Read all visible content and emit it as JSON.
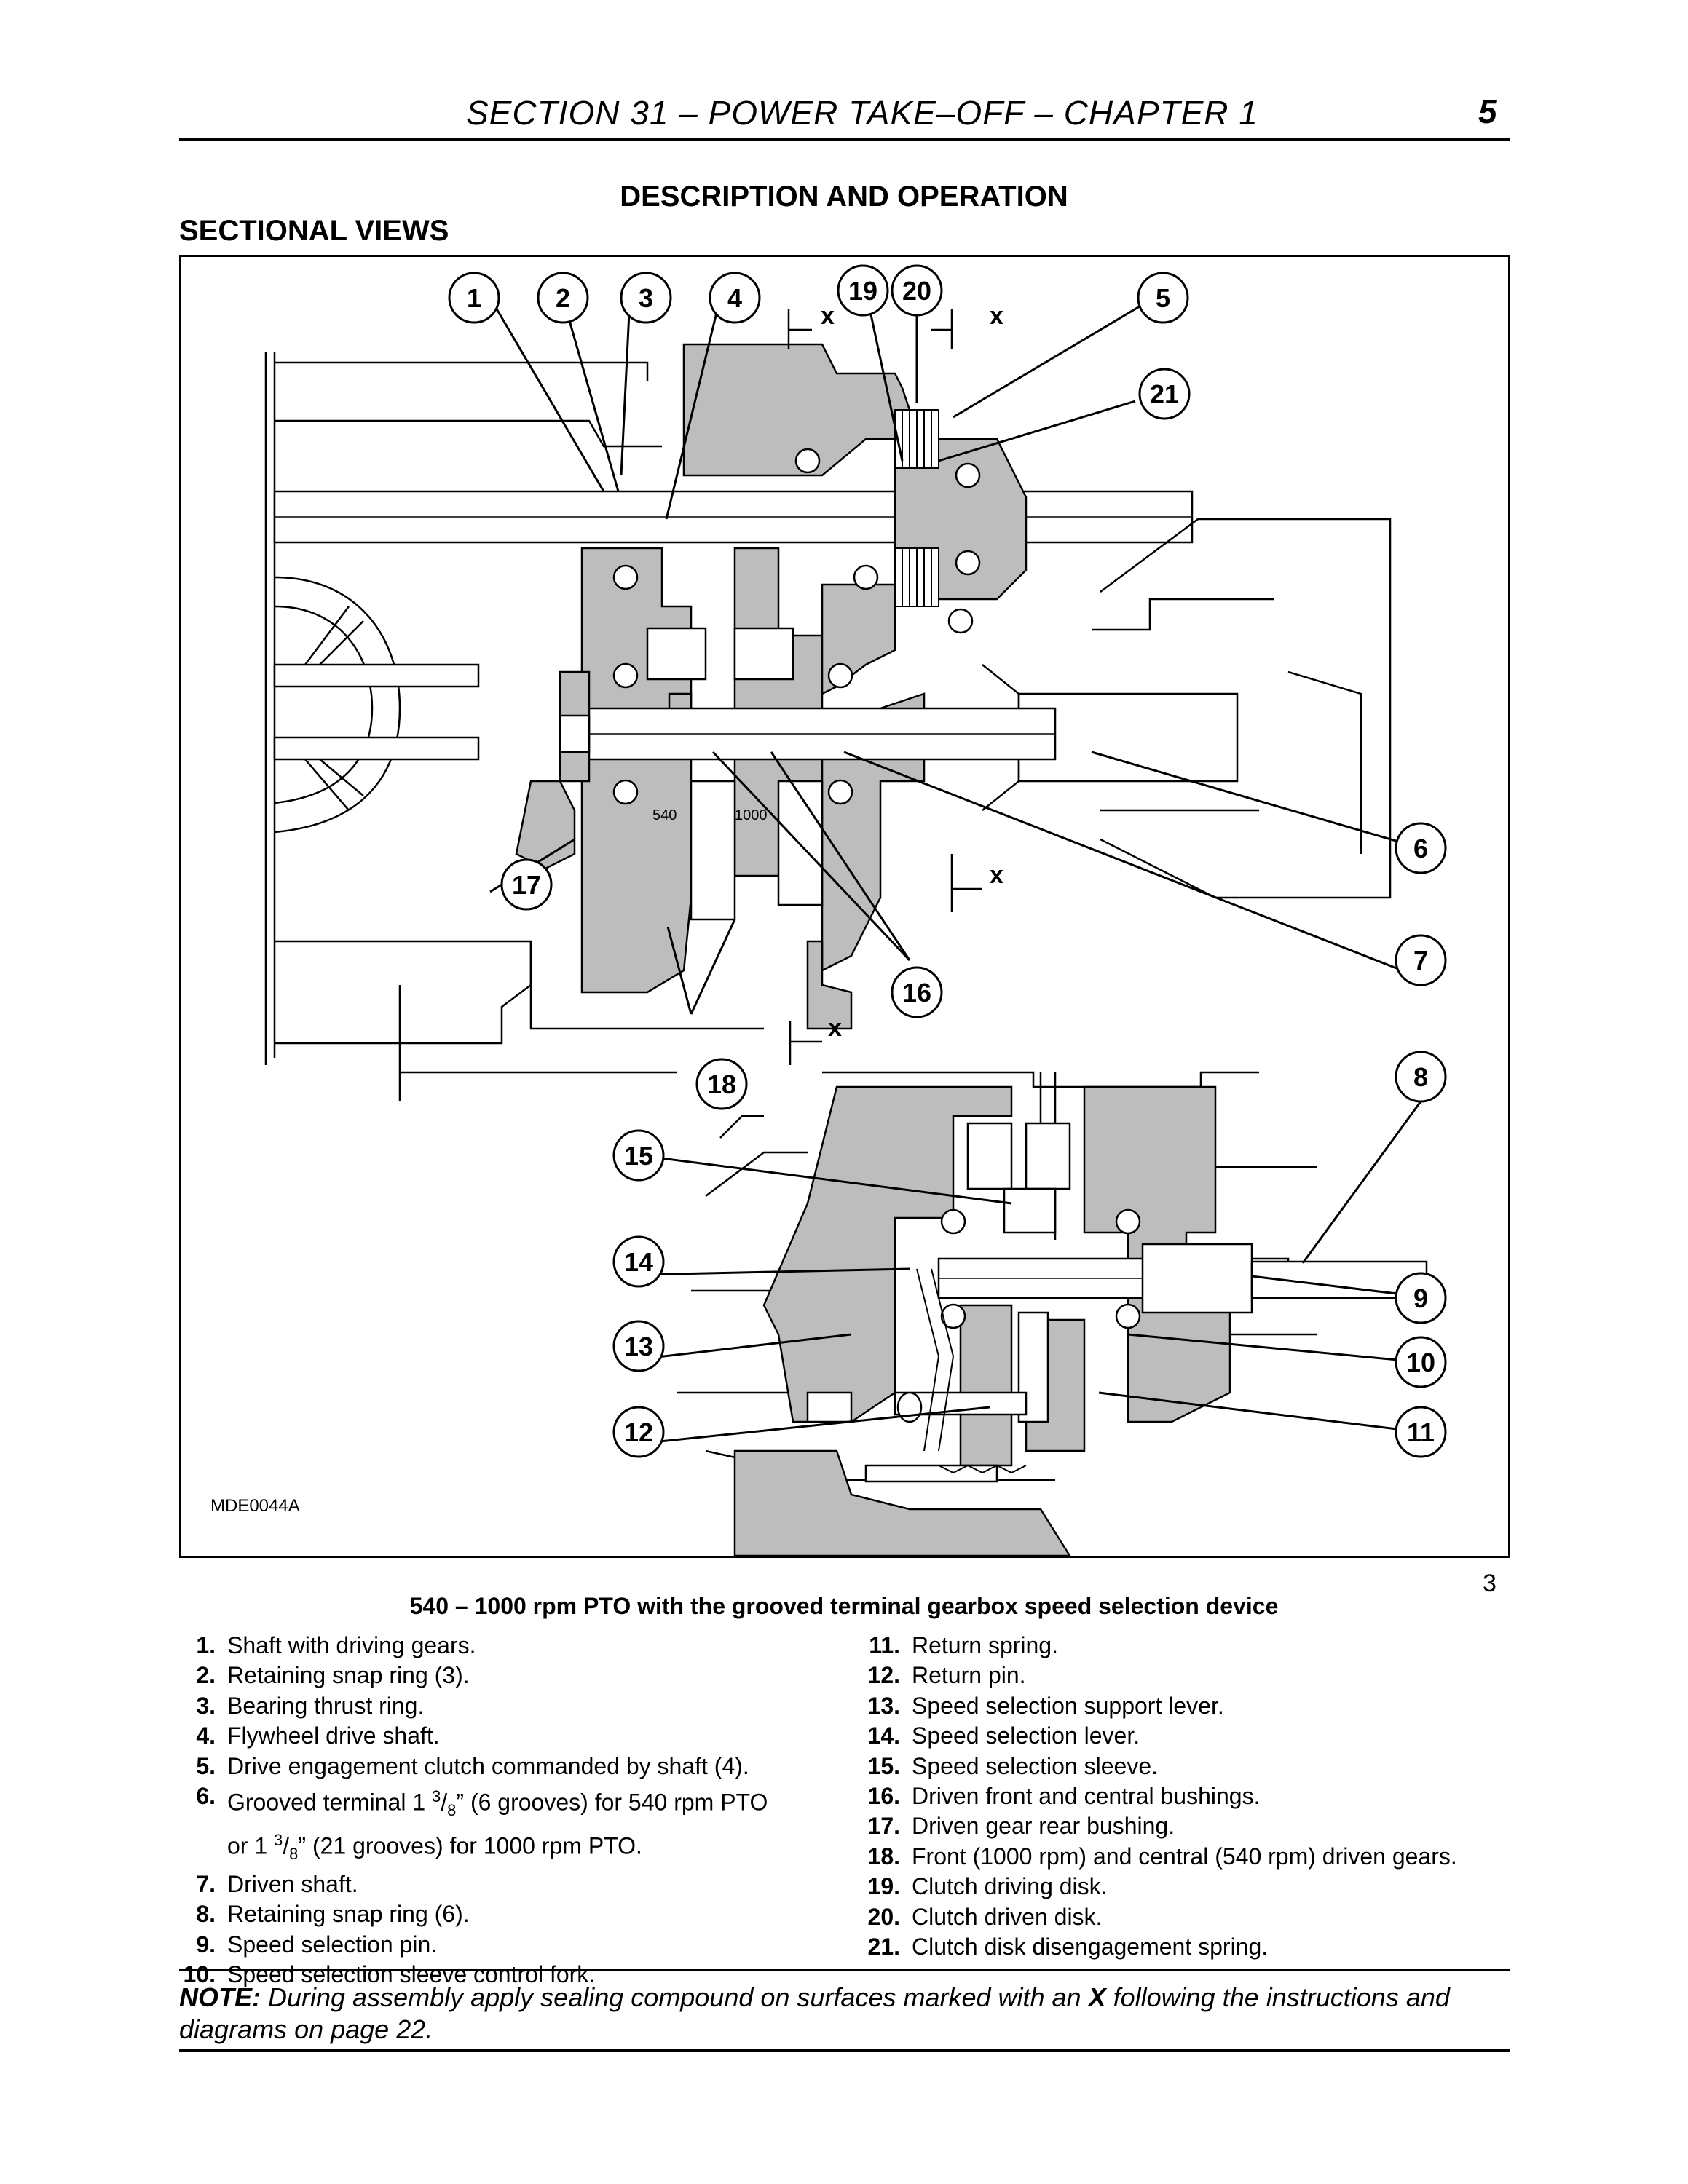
{
  "header": {
    "title": "SECTION 31 – POWER TAKE–OFF – CHAPTER 1",
    "page_number": "5"
  },
  "description_title": "DESCRIPTION AND OPERATION",
  "section_title": "SECTIONAL VIEWS",
  "figure": {
    "code": "MDE0044A",
    "number": "3",
    "callouts": [
      "1",
      "2",
      "3",
      "4",
      "5",
      "6",
      "7",
      "8",
      "9",
      "10",
      "11",
      "12",
      "13",
      "14",
      "15",
      "16",
      "17",
      "18",
      "19",
      "20",
      "21"
    ],
    "x_mark": "x",
    "speed_labels": [
      "540",
      "1000"
    ]
  },
  "caption": "540 – 1000 rpm PTO with the grooved terminal gearbox speed selection device",
  "legend_left": [
    {
      "num": "1.",
      "text": "Shaft with driving gears."
    },
    {
      "num": "2.",
      "text": "Retaining snap ring (3)."
    },
    {
      "num": "3.",
      "text": "Bearing thrust ring."
    },
    {
      "num": "4.",
      "text": "Flywheel drive shaft."
    },
    {
      "num": "5.",
      "text": "Drive engagement clutch commanded by shaft (4)."
    },
    {
      "num": "6.",
      "text_a": "Grooved terminal 1 ",
      "sup_a": "3",
      "sub_a": "8",
      "text_b": "” (6 grooves) for 540 rpm PTO",
      "text_c": "or 1 ",
      "sup_c": "3",
      "sub_c": "8",
      "text_d": "” (21 grooves) for 1000 rpm PTO."
    },
    {
      "num": "7.",
      "text": "Driven shaft."
    },
    {
      "num": "8.",
      "text": "Retaining snap ring (6)."
    },
    {
      "num": "9.",
      "text": "Speed selection pin."
    },
    {
      "num": "10.",
      "text": "Speed selection sleeve control fork."
    }
  ],
  "legend_right": [
    {
      "num": "11.",
      "text": "Return spring."
    },
    {
      "num": "12.",
      "text": "Return pin."
    },
    {
      "num": "13.",
      "text": "Speed selection support lever."
    },
    {
      "num": "14.",
      "text": "Speed selection lever."
    },
    {
      "num": "15.",
      "text": "Speed selection sleeve."
    },
    {
      "num": "16.",
      "text": "Driven front and central bushings."
    },
    {
      "num": "17.",
      "text": "Driven gear rear bushing."
    },
    {
      "num": "18.",
      "text": "Front (1000 rpm) and central (540 rpm) driven gears."
    },
    {
      "num": "19.",
      "text": "Clutch driving disk."
    },
    {
      "num": "20.",
      "text": "Clutch driven disk."
    },
    {
      "num": "21.",
      "text": "Clutch disk disengagement spring."
    }
  ],
  "note": {
    "label": "NOTE:",
    "text_before": " During assembly apply sealing compound on surfaces marked with an ",
    "mark": "X",
    "text_after": " following the instructions and diagrams on page 22."
  }
}
